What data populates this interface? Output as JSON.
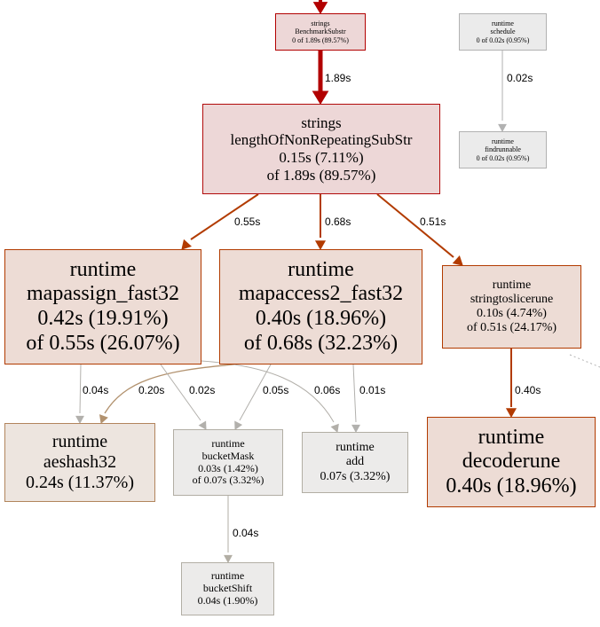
{
  "nodes": [
    {
      "id": "benchmark",
      "lines": [
        "strings",
        "BenchmarkSubstr",
        "0 of 1.89s (89.57%)"
      ],
      "fill": "#edd7d7",
      "stroke": "#b20000"
    },
    {
      "id": "schedule",
      "lines": [
        "runtime",
        "schedule",
        "0 of 0.02s (0.95%)"
      ],
      "fill": "#ebebeb",
      "stroke": "#b2b2b2"
    },
    {
      "id": "findrunnable",
      "lines": [
        "runtime",
        "findrunnable",
        "0 of 0.02s (0.95%)"
      ],
      "fill": "#ebebeb",
      "stroke": "#b2b2b2"
    },
    {
      "id": "lengthOf",
      "lines": [
        "strings",
        "lengthOfNonRepeatingSubStr",
        "0.15s (7.11%)",
        "of 1.89s (89.57%)"
      ],
      "fill": "#edd7d7",
      "stroke": "#b20b0b"
    },
    {
      "id": "mapassign",
      "lines": [
        "runtime",
        "mapassign_fast32",
        "0.42s (19.91%)",
        "of 0.55s (26.07%)"
      ],
      "fill": "#eddcd5",
      "stroke": "#b23b00"
    },
    {
      "id": "mapaccess2",
      "lines": [
        "runtime",
        "mapaccess2_fast32",
        "0.40s (18.96%)",
        "of 0.68s (32.23%)"
      ],
      "fill": "#eddcd5",
      "stroke": "#b23b00"
    },
    {
      "id": "stringtoslice",
      "lines": [
        "runtime",
        "stringtoslicerune",
        "0.10s (4.74%)",
        "of 0.51s (24.17%)"
      ],
      "fill": "#eddcd5",
      "stroke": "#b23b00"
    },
    {
      "id": "aeshash32",
      "lines": [
        "runtime",
        "aeshash32",
        "0.24s (11.37%)"
      ],
      "fill": "#ede5df",
      "stroke": "#b2855d"
    },
    {
      "id": "bucketMask",
      "lines": [
        "runtime",
        "bucketMask",
        "0.03s (1.42%)",
        "of 0.07s (3.32%)"
      ],
      "fill": "#ecebea",
      "stroke": "#b2aea4"
    },
    {
      "id": "add",
      "lines": [
        "runtime",
        "add",
        "0.07s (3.32%)"
      ],
      "fill": "#ecebea",
      "stroke": "#b2aea4"
    },
    {
      "id": "decoderune",
      "lines": [
        "runtime",
        "decoderune",
        "0.40s (18.96%)"
      ],
      "fill": "#eddcd5",
      "stroke": "#b23b00"
    },
    {
      "id": "bucketShift",
      "lines": [
        "runtime",
        "bucketShift",
        "0.04s (1.90%)"
      ],
      "fill": "#ecebea",
      "stroke": "#b2aea4"
    }
  ],
  "edges": [
    {
      "id": "top-in",
      "label": "",
      "color": "#b20000"
    },
    {
      "id": "bench-length",
      "label": "1.89s",
      "color": "#b20000"
    },
    {
      "id": "sched-find",
      "label": "0.02s",
      "color": "#b2b2b2"
    },
    {
      "id": "len-assign",
      "label": "0.55s",
      "color": "#b23b00"
    },
    {
      "id": "len-access",
      "label": "0.68s",
      "color": "#b23b00"
    },
    {
      "id": "len-slice",
      "label": "0.51s",
      "color": "#b23b00"
    },
    {
      "id": "assign-aes",
      "label": "0.04s",
      "color": "#b2b0ac"
    },
    {
      "id": "access-aes",
      "label": "0.20s",
      "color": "#b2926f"
    },
    {
      "id": "assign-mask",
      "label": "0.02s",
      "color": "#b2b0ac"
    },
    {
      "id": "access-mask",
      "label": "0.05s",
      "color": "#b2b0ac"
    },
    {
      "id": "assign-add",
      "label": "0.06s",
      "color": "#b2afa9"
    },
    {
      "id": "access-add",
      "label": "0.01s",
      "color": "#b2b1ae"
    },
    {
      "id": "slice-decode",
      "label": "0.40s",
      "color": "#b23b00"
    },
    {
      "id": "mask-shift",
      "label": "0.04s",
      "color": "#b2aea4"
    },
    {
      "id": "offpage",
      "label": "",
      "color": "#b2b2b2"
    }
  ]
}
